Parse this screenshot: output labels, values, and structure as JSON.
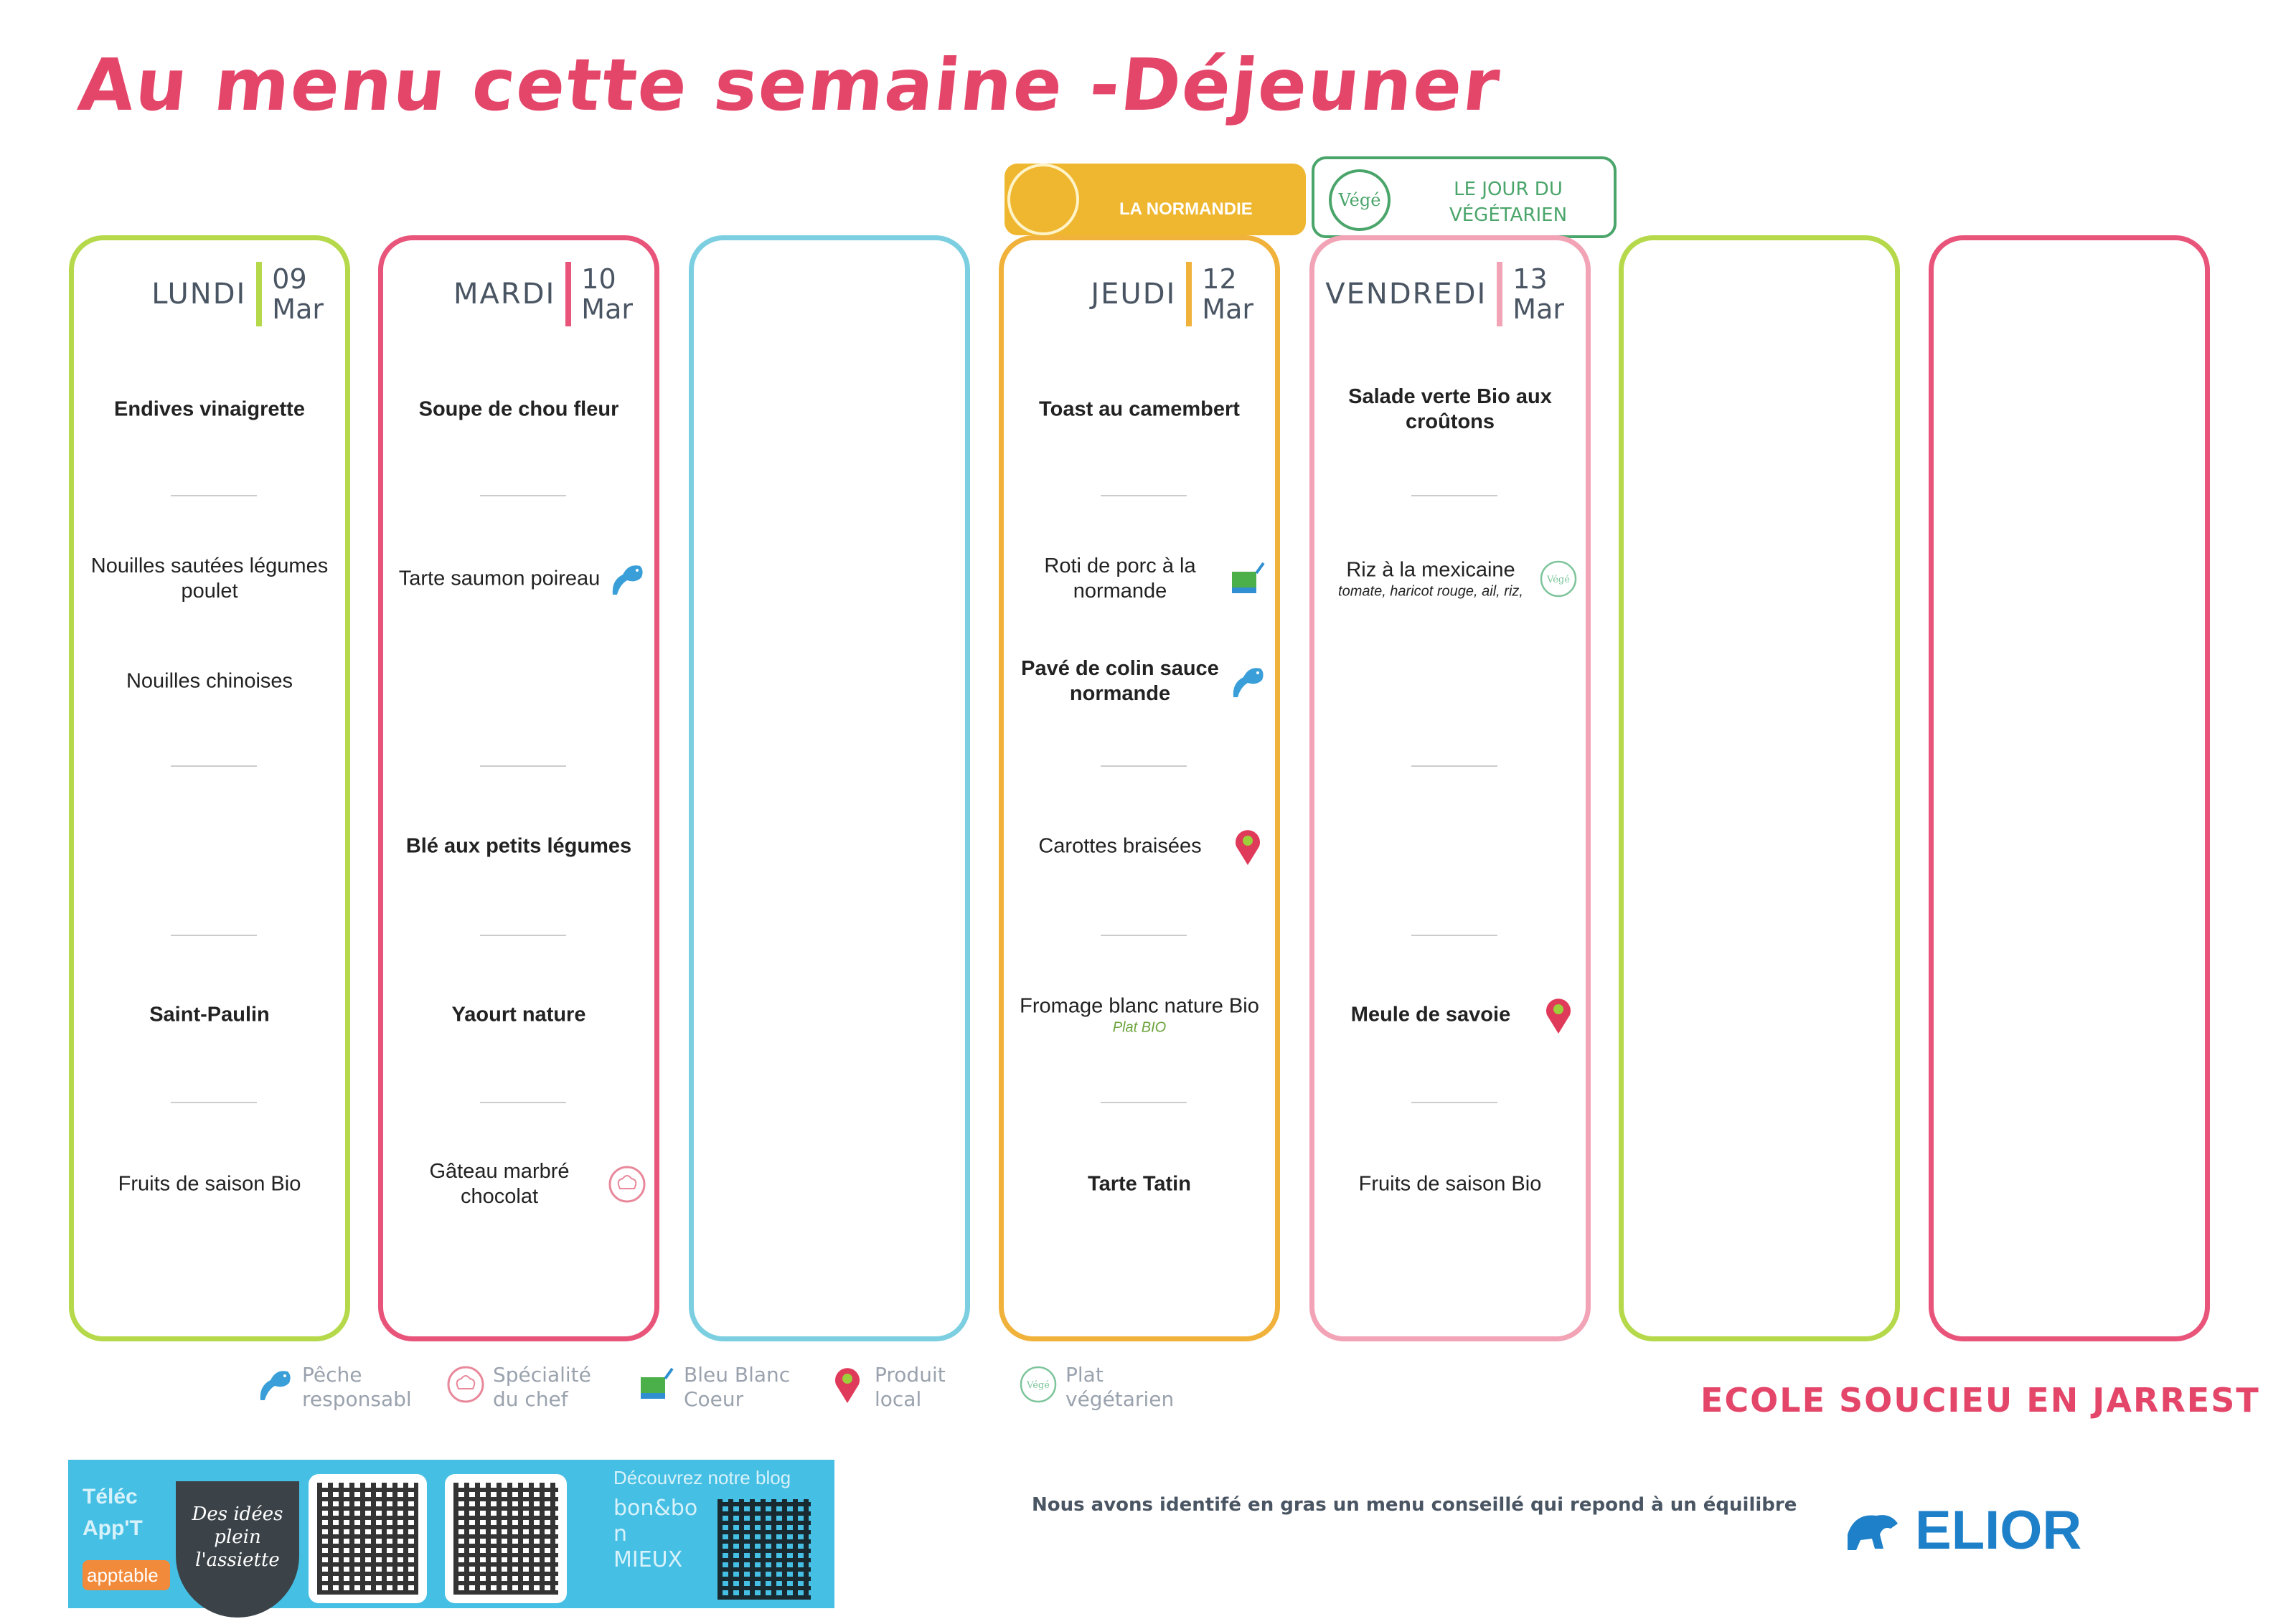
{
  "title": "Au menu cette semaine -Déjeuner",
  "badges": {
    "normandie": "LA NORMANDIE",
    "vege_logo": "Végé",
    "vege_text": "LE JOUR DU VÉGÉTARIEN"
  },
  "colors": {
    "green": "#b5d94a",
    "pink": "#e8547a",
    "blue": "#7ccfe0",
    "orange": "#f0b23a",
    "lightpink": "#f2a3b5",
    "title": "#e4466a"
  },
  "days": [
    {
      "name": "LUNDI",
      "day": "09",
      "month": "Mar",
      "color": "#b5d94a",
      "items": [
        {
          "slot": "starter",
          "text": "Endives vinaigrette",
          "bold": true
        },
        {
          "slot": "main1",
          "text": "Nouilles sautées légumes poulet",
          "bold": false
        },
        {
          "slot": "main2",
          "text": "Nouilles chinoises",
          "bold": false
        },
        {
          "slot": "cheese",
          "text": "Saint-Paulin",
          "bold": true
        },
        {
          "slot": "dessert",
          "text": "Fruits de saison Bio",
          "bold": false
        }
      ]
    },
    {
      "name": "MARDI",
      "day": "10",
      "month": "Mar",
      "color": "#e8547a",
      "items": [
        {
          "slot": "starter",
          "text": "Soupe de chou fleur",
          "bold": true
        },
        {
          "slot": "main1",
          "text": "Tarte saumon poireau",
          "bold": false,
          "icon": "fish"
        },
        {
          "slot": "side",
          "text": "Blé aux petits légumes",
          "bold": true
        },
        {
          "slot": "cheese",
          "text": "Yaourt nature",
          "bold": true
        },
        {
          "slot": "dessert",
          "text": "Gâteau marbré chocolat",
          "bold": false,
          "icon": "chef"
        }
      ]
    },
    {
      "name": "",
      "day": "",
      "month": "",
      "color": "#7ccfe0",
      "items": []
    },
    {
      "name": "JEUDI",
      "day": "12",
      "month": "Mar",
      "color": "#f0b23a",
      "items": [
        {
          "slot": "starter",
          "text": "Toast au camembert",
          "bold": true
        },
        {
          "slot": "main1",
          "text": "Roti de porc à la normande",
          "bold": false,
          "icon": "bbc"
        },
        {
          "slot": "main2",
          "text": "Pavé de colin sauce normande",
          "bold": true,
          "icon": "fish"
        },
        {
          "slot": "side",
          "text": "Carottes braisées",
          "bold": false,
          "icon": "pin"
        },
        {
          "slot": "cheese",
          "text": "Fromage blanc nature Bio",
          "bold": false,
          "sub": "Plat BIO",
          "subgreen": true
        },
        {
          "slot": "dessert",
          "text": "Tarte Tatin",
          "bold": true
        }
      ]
    },
    {
      "name": "VENDREDI",
      "day": "13",
      "month": "Mar",
      "color": "#f2a3b5",
      "items": [
        {
          "slot": "starter",
          "text": "Salade verte Bio aux croûtons",
          "bold": true
        },
        {
          "slot": "main1",
          "text": "Riz à la mexicaine",
          "bold": false,
          "icon": "vege",
          "sub": "tomate, haricot rouge, ail, riz,"
        },
        {
          "slot": "cheese",
          "text": "Meule de savoie",
          "bold": true,
          "icon": "pin"
        },
        {
          "slot": "dessert",
          "text": "Fruits de saison Bio",
          "bold": false
        }
      ]
    },
    {
      "name": "",
      "day": "",
      "month": "",
      "color": "#b5d94a",
      "items": []
    },
    {
      "name": "",
      "day": "",
      "month": "",
      "color": "#e8547a",
      "items": []
    }
  ],
  "legend": [
    {
      "icon": "fish",
      "label": "Pêche responsabl"
    },
    {
      "icon": "chef",
      "label": "Spécialité du chef"
    },
    {
      "icon": "bbc",
      "label": "Bleu Blanc Coeur"
    },
    {
      "icon": "pin",
      "label": "Produit local"
    },
    {
      "icon": "vege",
      "label": "Plat végétarien"
    }
  ],
  "school": "ECOLE SOUCIEU EN JARREST",
  "note": "Nous avons identifé en gras un menu conseillé qui repond à un équilibre",
  "brand": "ELIOR",
  "banner": {
    "download": "Téléc App'T",
    "app_button": "apptable",
    "bowl_text": "Des idées plein l'assiette",
    "blog_title": "Découvrez notre blog",
    "blog_logo": "bon&bon MIEUX"
  }
}
